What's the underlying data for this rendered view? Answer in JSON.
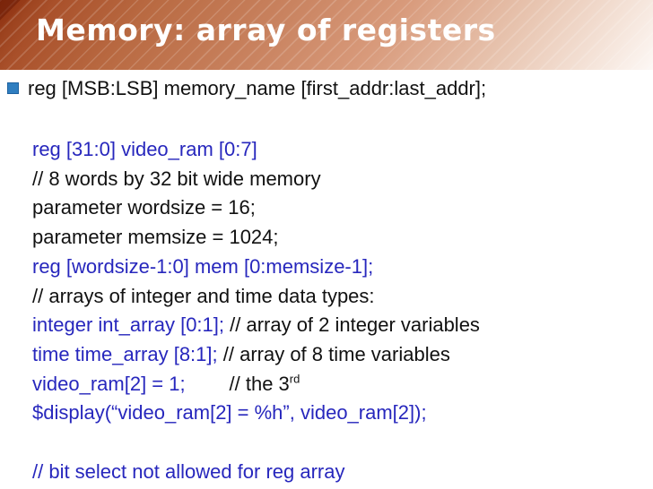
{
  "title": "Memory: array of registers",
  "bullet": {
    "text": "reg [MSB:LSB] memory_name [first_addr:last_addr];"
  },
  "colors": {
    "blue": "#2727bd",
    "black": "#111111",
    "bullet_blue": "#2f7ec0",
    "header_dark": "#8f3513",
    "header_light": "#fdf8f5",
    "title_text": "#ffffff"
  },
  "code_lines": [
    {
      "segments": [
        {
          "t": "reg [31:0] video_ram [0:7]",
          "c": "blue"
        }
      ]
    },
    {
      "segments": [
        {
          "t": "// 8 words by 32 bit wide memory",
          "c": "black"
        }
      ]
    },
    {
      "segments": [
        {
          "t": "parameter wordsize = 16;",
          "c": "black"
        }
      ]
    },
    {
      "segments": [
        {
          "t": "parameter memsize = 1024;",
          "c": "black"
        }
      ]
    },
    {
      "segments": [
        {
          "t": "reg [wordsize-1:0] mem [0:memsize-1];",
          "c": "blue"
        }
      ]
    },
    {
      "segments": [
        {
          "t": "// arrays of integer and time data types:",
          "c": "black"
        }
      ]
    },
    {
      "segments": [
        {
          "t": "integer int_array [0:1];",
          "c": "blue"
        },
        {
          "t": " // array of 2 integer variables",
          "c": "black"
        }
      ]
    },
    {
      "segments": [
        {
          "t": "time time_array [8:1];",
          "c": "blue"
        },
        {
          "t": " // array of 8 time variables",
          "c": "black"
        }
      ]
    },
    {
      "segments": [
        {
          "t": "video_ram[2] = 1;",
          "c": "blue"
        },
        {
          "t": "        // the 3",
          "c": "black"
        },
        {
          "t": "rd",
          "c": "black",
          "sup": true
        }
      ]
    },
    {
      "segments": [
        {
          "t": "$display(“video_ram[2] = %h”, video_ram[2]);",
          "c": "blue"
        }
      ]
    },
    {
      "segments": []
    },
    {
      "segments": [
        {
          "t": "// bit select not allowed for reg array",
          "c": "blue"
        }
      ]
    }
  ]
}
